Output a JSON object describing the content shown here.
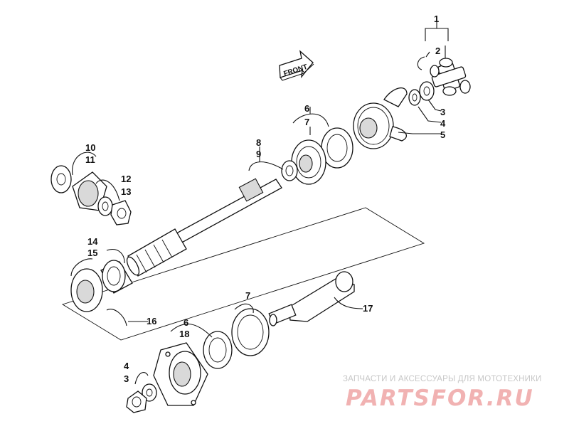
{
  "diagram": {
    "front_label": "FRONT",
    "callouts": [
      {
        "id": "c1",
        "text": "1"
      },
      {
        "id": "c2",
        "text": "2"
      },
      {
        "id": "c3a",
        "text": "3"
      },
      {
        "id": "c4a",
        "text": "4"
      },
      {
        "id": "c5",
        "text": "5"
      },
      {
        "id": "c6a",
        "text": "6"
      },
      {
        "id": "c7a",
        "text": "7"
      },
      {
        "id": "c8",
        "text": "8"
      },
      {
        "id": "c9",
        "text": "9"
      },
      {
        "id": "c10",
        "text": "10"
      },
      {
        "id": "c11",
        "text": "11"
      },
      {
        "id": "c12",
        "text": "12"
      },
      {
        "id": "c13",
        "text": "13"
      },
      {
        "id": "c14",
        "text": "14"
      },
      {
        "id": "c15",
        "text": "15"
      },
      {
        "id": "c16",
        "text": "16"
      },
      {
        "id": "c17",
        "text": "17"
      },
      {
        "id": "c7b",
        "text": "7"
      },
      {
        "id": "c6b",
        "text": "6"
      },
      {
        "id": "c18",
        "text": "18"
      },
      {
        "id": "c4b",
        "text": "4"
      },
      {
        "id": "c3b",
        "text": "3"
      }
    ]
  },
  "watermark": {
    "tagline": "ЗАПЧАСТИ И АКСЕССУАРЫ ДЛЯ МОТОТЕХНИКИ",
    "logo": "PARTSFOR.RU",
    "tagline_color": "#c7c7c7",
    "logo_color": "#f1b2b2"
  }
}
